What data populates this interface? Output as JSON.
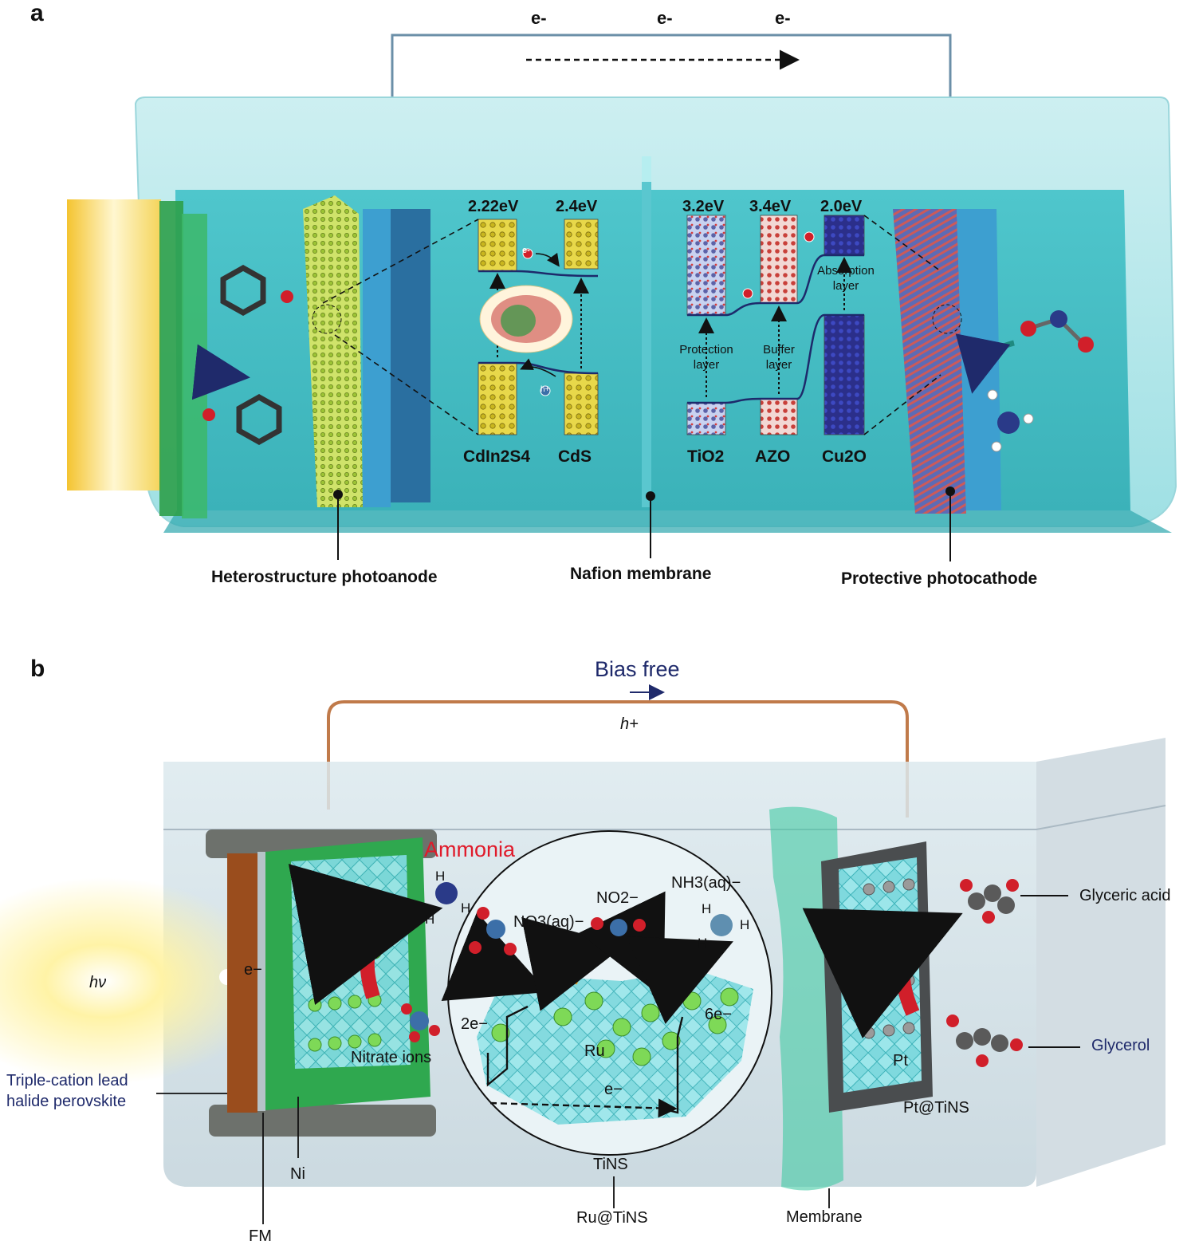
{
  "panel_a": {
    "letter": "a",
    "electron_labels": [
      "e-",
      "e-",
      "e-"
    ],
    "band_gaps": {
      "cdin2s4": "2.22eV",
      "cds": "2.4eV",
      "tio2": "3.2eV",
      "azo": "3.4eV",
      "cu2o": "2.0eV"
    },
    "materials": {
      "cdin2s4": "CdIn2S4",
      "cds": "CdS",
      "tio2": "TiO2",
      "azo": "AZO",
      "cu2o": "Cu2O"
    },
    "layer_labels": {
      "protection": "Protection layer",
      "buffer": "Buffer layer",
      "absorption": "Absorption layer"
    },
    "captions": {
      "photoanode": "Heterostructure photoanode",
      "membrane": "Nafion membrane",
      "photocathode": "Protective photocathode"
    },
    "particle_labels": {
      "electron": "e-",
      "hole": "h+"
    }
  },
  "panel_b": {
    "letter": "b",
    "bias_free": "Bias free",
    "h_plus": "h+",
    "ammonia": "Ammonia",
    "species": {
      "no3": "NO3(aq)−",
      "no2": "NO2−",
      "nh3": "NH3(aq)−",
      "h": "H"
    },
    "electrons": {
      "two": "2e−",
      "six": "6e−",
      "e": "e−"
    },
    "labels": {
      "hv": "hν",
      "nitrate": "Nitrate ions",
      "ru": "Ru",
      "tins": "TiNS",
      "ru_tins": "Ru@TiNS",
      "pt": "Pt",
      "pt_tins": "Pt@TiNS",
      "membrane": "Membrane",
      "ni": "Ni",
      "fm": "FM",
      "perovskite_1": "Triple-cation lead",
      "perovskite_2": "halide perovskite",
      "glyceric": "Glyceric acid",
      "glycerol": "Glycerol"
    }
  },
  "colors": {
    "water": "#5cd0d6",
    "navy": "#1f2a6b",
    "ammonia_red": "#e01a2a",
    "copper": "#b86b3a"
  }
}
